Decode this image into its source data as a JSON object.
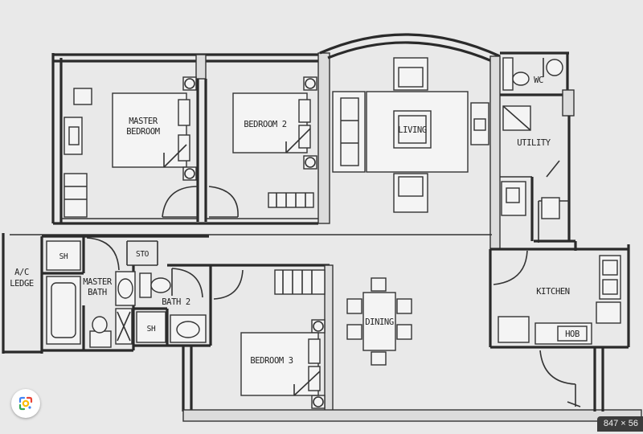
{
  "rooms": {
    "master_bedroom_line1": "MASTER",
    "master_bedroom_line2": "BEDROOM",
    "bedroom_2": "BEDROOM 2",
    "living": "LIVING",
    "wc": "WC",
    "utility": "UTILITY",
    "sh_master": "SH",
    "sto": "STO",
    "master_bath_line1": "MASTER",
    "master_bath_line2": "BATH",
    "bath_2": "BATH 2",
    "sh_bath2": "SH",
    "ac_ledge_line1": "A/C",
    "ac_ledge_line2": "LEDGE",
    "dining": "DINING",
    "bedroom_3": "BEDROOM 3",
    "kitchen": "KITCHEN",
    "hob": "HOB"
  },
  "overlay": {
    "image_size": "847 × 56"
  },
  "colors": {
    "paper": "#e9e9e9",
    "ink": "#2a2a2a"
  },
  "icons": {
    "lens_button": "google-lens-icon"
  }
}
